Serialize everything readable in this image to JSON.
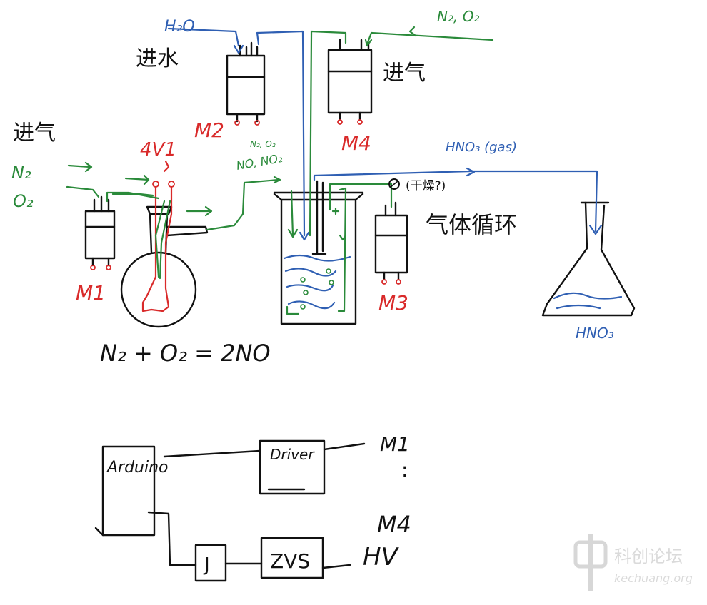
{
  "colors": {
    "ink_black": "#111111",
    "ink_blue": "#2f5fb3",
    "ink_green": "#2a8a3a",
    "ink_red": "#d92a2a",
    "watermark": "#c9c9c9"
  },
  "labels": {
    "water_in_formula": "H₂O",
    "water_in_cn": "进水",
    "gas_in_top_formula": "N₂, O₂",
    "gas_in_top_cn": "进气",
    "gas_in_left_cn": "进气",
    "n2": "N₂",
    "o2": "O₂",
    "hv": "4V1",
    "pump_m1": "M1",
    "pump_m2": "M2",
    "pump_m3": "M3",
    "pump_m4": "M4",
    "recycled_small": "N₂, O₂",
    "no_no2": "NO, NO₂",
    "hno3_gas": "HNO₃ (gas)",
    "dry_note": "(干燥?)",
    "gas_cycle": "气体循环",
    "flask_label": "HNO₃",
    "equation": "N₂ + O₂ = 2NO"
  },
  "circuit": {
    "arduino": "Arduino",
    "driver": "Driver",
    "relay": "J",
    "zvs": "ZVS",
    "motor_first": "M1",
    "dots": ":",
    "motor_last": "M4",
    "hv": "HV"
  },
  "watermark": {
    "logo_icon": "kechuang-logo-icon",
    "cn": "科创论坛",
    "url": "kechuang.org"
  }
}
